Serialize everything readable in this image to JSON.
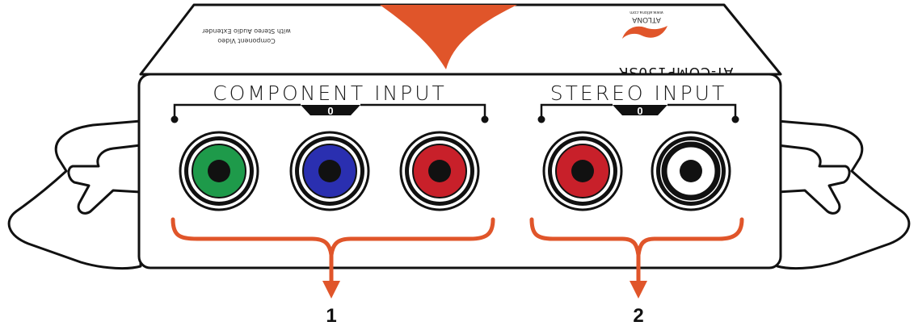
{
  "device": {
    "model": "AT-COMP150SR",
    "description_line1": "Component Video",
    "description_line2": "with Stereo Audio Extender",
    "brand": "ATLONA",
    "brand_tagline": "www.atlona.com"
  },
  "sections": {
    "component": {
      "title": "COMPONENT INPUT",
      "badge": "0",
      "jack_colors": [
        "#1e9a4a",
        "#2a2fb0",
        "#c8202a"
      ],
      "callout": "1"
    },
    "stereo": {
      "title": "STEREO INPUT",
      "badge": "0",
      "jack_colors": [
        "#c8202a",
        "#ffffff"
      ],
      "callout": "2"
    }
  },
  "colors": {
    "accent": "#e0552a",
    "outline": "#111111",
    "panel": "#ffffff"
  }
}
